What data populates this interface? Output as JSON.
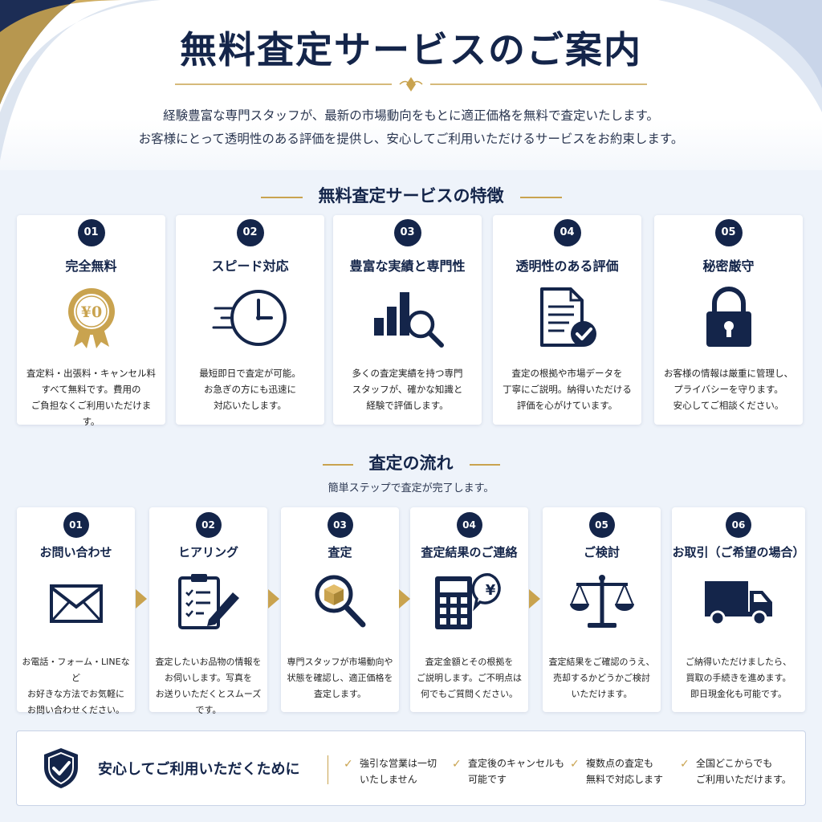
{
  "hero": {
    "title": "無料査定サービスのご案内",
    "desc_line1": "経験豊富な専門スタッフが、最新の市場動向をもとに適正価格を無料で査定いたします。",
    "desc_line2": "お客様にとって透明性のある評価を提供し、安心してご利用いただけるサービスをお約束します。"
  },
  "features": {
    "heading": "無料査定サービスの特徴",
    "items": [
      {
        "num": "01",
        "title": "完全無料",
        "icon": "yen-zero-award-icon",
        "icon_text": "¥0",
        "desc1": "査定料・出張料・キャンセル料",
        "desc2": "すべて無料です。費用の",
        "desc3": "ご負担なくご利用いただけます。"
      },
      {
        "num": "02",
        "title": "スピード対応",
        "icon": "fast-clock-icon",
        "desc1": "最短即日で査定が可能。",
        "desc2": "お急ぎの方にも迅速に",
        "desc3": "対応いたします。"
      },
      {
        "num": "03",
        "title": "豊富な実績と専門性",
        "icon": "chart-magnifier-icon",
        "desc1": "多くの査定実績を持つ専門",
        "desc2": "スタッフが、確かな知識と",
        "desc3": "経験で評価します。"
      },
      {
        "num": "04",
        "title": "透明性のある評価",
        "icon": "document-check-icon",
        "desc1": "査定の根拠や市場データを",
        "desc2": "丁寧にご説明。納得いただける",
        "desc3": "評価を心がけています。"
      },
      {
        "num": "05",
        "title": "秘密厳守",
        "icon": "padlock-icon",
        "desc1": "お客様の情報は厳重に管理し、",
        "desc2": "プライバシーを守ります。",
        "desc3": "安心してご相談ください。"
      }
    ]
  },
  "flow": {
    "heading": "査定の流れ",
    "subheading": "簡単ステップで査定が完了します。",
    "steps": [
      {
        "num": "01",
        "title": "お問い合わせ",
        "icon": "envelope-icon",
        "desc1": "お電話・フォーム・LINEなど",
        "desc2": "お好きな方法でお気軽に",
        "desc3": "お問い合わせください。"
      },
      {
        "num": "02",
        "title": "ヒアリング",
        "icon": "clipboard-pen-icon",
        "desc1": "査定したいお品物の情報を",
        "desc2": "お伺いします。写真を",
        "desc3": "お送りいただくとスムーズです。"
      },
      {
        "num": "03",
        "title": "査定",
        "icon": "magnifier-box-icon",
        "desc1": "専門スタッフが市場動向や",
        "desc2": "状態を確認し、適正価格を",
        "desc3": "査定します。"
      },
      {
        "num": "04",
        "title": "査定結果のご連絡",
        "icon": "calculator-yen-icon",
        "icon_text": "¥",
        "desc1": "査定金額とその根拠を",
        "desc2": "ご説明します。ご不明点は",
        "desc3": "何でもご質問ください。"
      },
      {
        "num": "05",
        "title": "ご検討",
        "icon": "scale-icon",
        "desc1": "査定結果をご確認のうえ、",
        "desc2": "売却するかどうかご検討",
        "desc3": "いただけます。"
      },
      {
        "num": "06",
        "title": "お取引（ご希望の場合）",
        "icon": "truck-icon",
        "desc1": "ご納得いただけましたら、",
        "desc2": "買取の手続きを進めます。",
        "desc3": "即日現金化も可能です。"
      }
    ]
  },
  "trust": {
    "title": "安心してご利用いただくために",
    "icon": "shield-check-icon",
    "check_icon": "✓",
    "items": [
      {
        "line1": "強引な営業は一切",
        "line2": "いたしません"
      },
      {
        "line1": "査定後のキャンセルも",
        "line2": "可能です"
      },
      {
        "line1": "複数点の査定も",
        "line2": "無料で対応します"
      },
      {
        "line1": "全国どこからでも",
        "line2": "ご利用いただけます。"
      }
    ]
  },
  "colors": {
    "navy": "#14254a",
    "gold": "#c9a34f",
    "background": "#eef3fa"
  }
}
